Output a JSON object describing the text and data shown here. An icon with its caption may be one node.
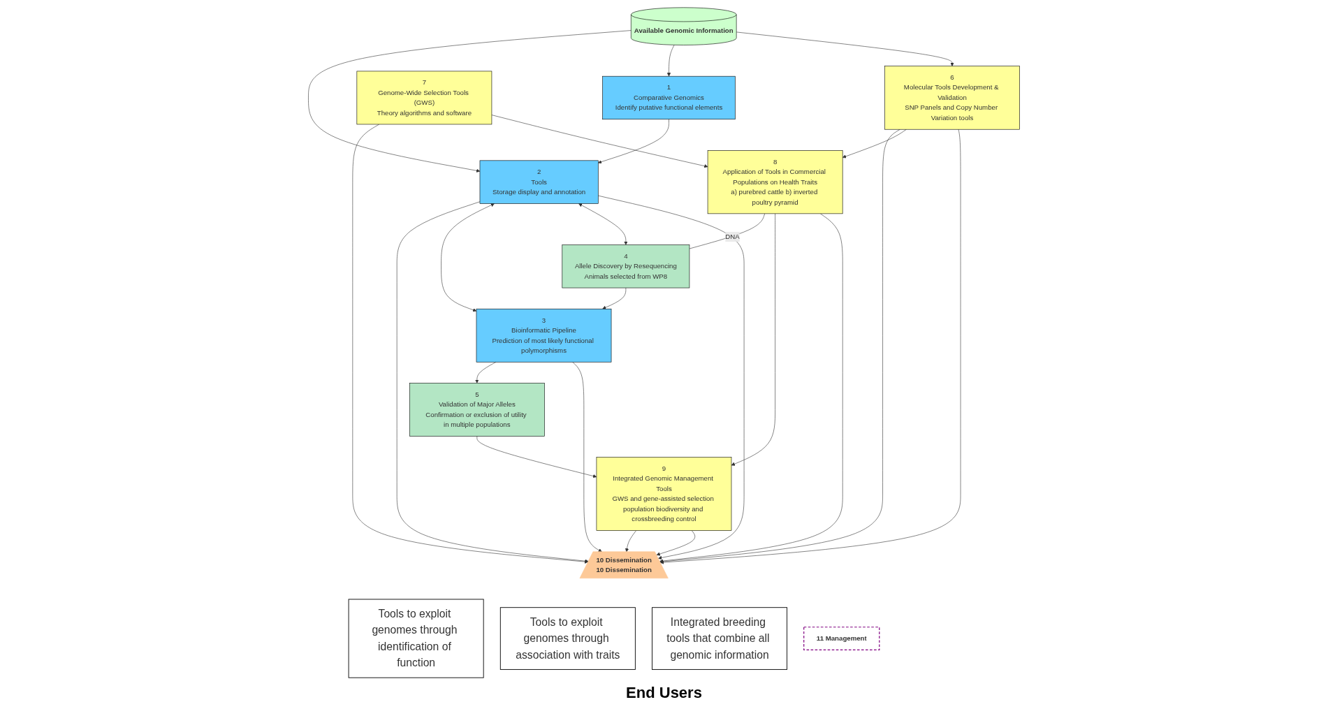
{
  "diagram": {
    "nodes": [
      {
        "text": [
          "Tools to exploit genomes through identification of function"
        ]
      },
      {
        "text": [
          "Tools to exploit genomes through association with traits"
        ]
      },
      {
        "text": [
          "Available Genomic Information"
        ]
      },
      {
        "text": [
          "2",
          "Tools",
          "Storage display and annotation"
        ]
      },
      {
        "text": [
          "1",
          "Comparative Genomics",
          "Identify putative functional elements"
        ]
      },
      {
        "text": [
          "7",
          "Genome-Wide Selection Tools (GWS)",
          "Theory algorithms and software"
        ]
      },
      {
        "text": [
          "6",
          "Molecular Tools Development & Validation",
          "SNP Panels and Copy Number Variation tools"
        ]
      },
      {
        "text": [
          "3",
          "Bioinformatic Pipeline",
          "Prediction of most likely functional polymorphisms"
        ]
      },
      {
        "text": [
          "4",
          "Allele Discovery by Resequencing",
          "Animals selected from WP8"
        ]
      },
      {
        "text": [
          "8",
          "Application of Tools in Commercial Populations on Health Traits",
          "a) purebred cattle b) inverted poultry pyramid"
        ]
      },
      {
        "text": [
          "5",
          "Validation of Major Alleles",
          "Confirmation or exclusion of utility in multiple populations"
        ]
      },
      {
        "text": [
          "9",
          "Integrated Genomic Management Tools",
          "GWS and gene-assisted selection population biodiversity and crossbreeding control"
        ]
      },
      {
        "text": [
          "10 Dissemination",
          "10 Dissemination"
        ]
      },
      {
        "text": [
          "Integrated breeding tools that combine all genomic information"
        ]
      },
      {
        "text": [
          "11 Management"
        ]
      }
    ],
    "edges": [
      {
        "from": 2,
        "to": 3,
        "arrow": "to"
      },
      {
        "from": 2,
        "to": 4,
        "arrow": "to"
      },
      {
        "from": 2,
        "to": 6,
        "arrow": "to"
      },
      {
        "from": 4,
        "to": 3,
        "arrow": "to"
      },
      {
        "from": 3,
        "to": 12,
        "arrow": "to"
      },
      {
        "from": 3,
        "to": 7,
        "arrow": "both"
      },
      {
        "from": 3,
        "to": 8,
        "arrow": "both"
      },
      {
        "from": 3,
        "to": 12,
        "arrow": "to"
      },
      {
        "from": 8,
        "to": 7,
        "arrow": "to"
      },
      {
        "from": 7,
        "to": 10,
        "arrow": "to"
      },
      {
        "from": 7,
        "to": 12,
        "arrow": "to"
      },
      {
        "from": 9,
        "to": 8,
        "arrow": "none",
        "label": "DNA"
      },
      {
        "from": 5,
        "to": 12,
        "arrow": "to"
      },
      {
        "from": 5,
        "to": 9,
        "arrow": "to"
      },
      {
        "from": 6,
        "to": 12,
        "arrow": "to"
      },
      {
        "from": 6,
        "to": 9,
        "arrow": "to"
      },
      {
        "from": 6,
        "to": 12,
        "arrow": "to"
      },
      {
        "from": 9,
        "to": 11,
        "arrow": "to"
      },
      {
        "from": 9,
        "to": 12,
        "arrow": "to"
      },
      {
        "from": 10,
        "to": 11,
        "arrow": "to"
      },
      {
        "from": 11,
        "to": 12,
        "arrow": "to"
      },
      {
        "from": 11,
        "to": 12,
        "arrow": "to"
      }
    ],
    "labels": [
      "End Users"
    ]
  }
}
